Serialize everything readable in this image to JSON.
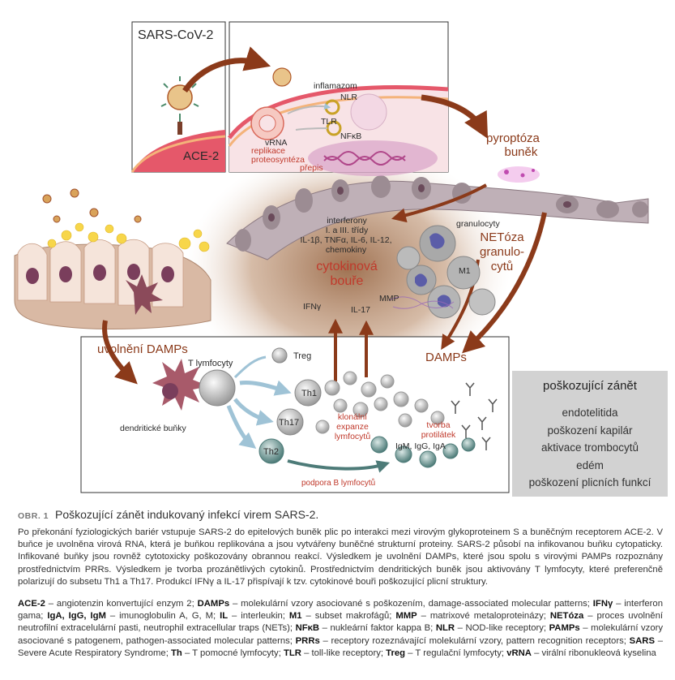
{
  "figure": {
    "inset": {
      "virus_label": "SARS-CoV-2",
      "receptor_label": "ACE-2",
      "inflammasome": "inflamazom",
      "nlr": "NLR",
      "tlr": "TLR",
      "nfkb": "NFκB",
      "vrna": "vRNA",
      "replication_1": "replikace",
      "replication_2": "proteosyntéza",
      "transcription": "přepis"
    },
    "pyroptosis": [
      "pyroptóza",
      "buněk"
    ],
    "interferons": [
      "interferony",
      "I. a III. třídy",
      "IL-1β, TNFα, IL-6, IL-12,",
      "chemokiny"
    ],
    "cytokine_storm": [
      "cytokinová",
      "bouře"
    ],
    "granulocytes": "granulocyty",
    "netosis": [
      "NETóza",
      "granulo-",
      "cytů"
    ],
    "m1": "M1",
    "mmp": "MMP",
    "ifng": "IFNγ",
    "il17": "IL-17",
    "damps_release": "uvolnění DAMPs",
    "damps": "DAMPs",
    "t_cells": "T lymfocyty",
    "treg": "Treg",
    "th1": "Th1",
    "th17": "Th17",
    "th2": "Th2",
    "dendritic": "dendritické buňky",
    "clonal": [
      "klonální",
      "expanze",
      "lymfocytů"
    ],
    "antibodies": [
      "tvorba",
      "protilátek"
    ],
    "igs": "IgM, IgG, IgA",
    "b_support": "podpora B lymfocytů"
  },
  "panel": {
    "title": "poškozující zánět",
    "items": [
      "endotelitida",
      "poškození kapilár",
      "aktivace trombocytů",
      "edém",
      "poškození plicních funkcí"
    ]
  },
  "caption": {
    "number": "OBR. 1",
    "title": "Poškozující zánět indukovaný infekcí virem SARS-2."
  },
  "body_text": "Po překonání fyziologických bariér vstupuje SARS-2 do epitelových buněk plic po interakci mezi virovým glykoproteinem S a buněčným receptorem ACE-2. V buňce je uvolněna virová RNA, která je buňkou replikována a jsou vytvářeny buněčné strukturní proteiny. SARS-2 působí na infikovanou buňku cytopaticky. Infikované buňky jsou rovněž cytotoxicky poškozovány obrannou reakcí. Výsledkem je uvolnění DAMPs, které jsou spolu s virovými PAMPs rozpoznány prostřednictvím PRRs. Výsledkem je tvorba prozánětlivých cytokinů. Prostřednictvím dendritických buněk jsou aktivovány T lymfocyty, které preferenčně polarizují do subsetu Th1 a Th17. Produkcí IFNγ a IL-17 přispívají k tzv. cytokinové bouři poškozující plicní struktury.",
  "glossary": [
    {
      "term": "ACE-2",
      "def": "angiotenzin konvertující enzym 2;"
    },
    {
      "term": "DAMPs",
      "def": "molekulární vzory asociované s poškozením, damage-associated molecular patterns;"
    },
    {
      "term": "IFNγ",
      "def": "interferon gama;"
    },
    {
      "term": "IgA, IgG, IgM",
      "def": "imunoglobulin A, G, M;"
    },
    {
      "term": "IL",
      "def": "interleukin;"
    },
    {
      "term": "M1",
      "def": "subset makrofágů;"
    },
    {
      "term": "MMP",
      "def": "matrixové metaloproteinázy;"
    },
    {
      "term": "NETóza",
      "def": "proces uvolnění neutrofilní extracelulární pasti, neutrophil extracellular traps (NETs);"
    },
    {
      "term": "NFκB",
      "def": "nukleární faktor kappa B;"
    },
    {
      "term": "NLR",
      "def": "NOD-like receptory;"
    },
    {
      "term": "PAMPs",
      "def": "molekulární vzory asociované s patogenem, pathogen-associated molecular patterns;"
    },
    {
      "term": "PRRs",
      "def": "receptory rozeznávající molekulární vzory, pattern recognition receptors;"
    },
    {
      "term": "SARS",
      "def": "Severe Acute Respiratory Syndrome;"
    },
    {
      "term": "Th",
      "def": "T pomocné lymfocyty;"
    },
    {
      "term": "TLR",
      "def": "toll-like receptory;"
    },
    {
      "term": "Treg",
      "def": "T regulační lymfocyty;"
    },
    {
      "term": "vRNA",
      "def": "virální ribonukleová kyselina"
    }
  ],
  "colors": {
    "arrow": "#8b3a1a",
    "label_red": "#c0392b",
    "panel_bg": "#d2d2d2",
    "tissue": "#b8a8ae",
    "storm": "#a0765a",
    "virus": "#d9a35a",
    "infected_cell": "#e05a6a"
  }
}
